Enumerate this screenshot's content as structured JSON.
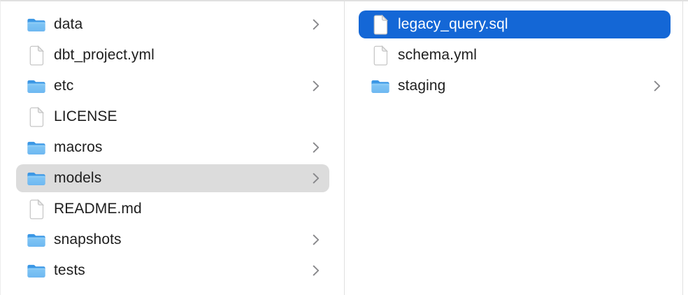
{
  "colors": {
    "selection_blue": "#1467d6",
    "selection_gray": "#dcdcdc",
    "text_dark": "#1e1e1e",
    "text_selected": "#ffffff",
    "divider": "#e0e0e0",
    "chevron": "#87878a",
    "folder_blue_dark": "#3b97e5",
    "folder_blue_light": "#7ac2f4"
  },
  "columns": [
    {
      "id": "left",
      "items": [
        {
          "label": "data",
          "type": "folder",
          "expandable": true,
          "selected": "none"
        },
        {
          "label": "dbt_project.yml",
          "type": "file",
          "expandable": false,
          "selected": "none"
        },
        {
          "label": "etc",
          "type": "folder",
          "expandable": true,
          "selected": "none"
        },
        {
          "label": "LICENSE",
          "type": "file",
          "expandable": false,
          "selected": "none"
        },
        {
          "label": "macros",
          "type": "folder",
          "expandable": true,
          "selected": "none"
        },
        {
          "label": "models",
          "type": "folder",
          "expandable": true,
          "selected": "inactive"
        },
        {
          "label": "README.md",
          "type": "file",
          "expandable": false,
          "selected": "none"
        },
        {
          "label": "snapshots",
          "type": "folder",
          "expandable": true,
          "selected": "none"
        },
        {
          "label": "tests",
          "type": "folder",
          "expandable": true,
          "selected": "none"
        }
      ]
    },
    {
      "id": "right",
      "items": [
        {
          "label": "legacy_query.sql",
          "type": "file",
          "expandable": false,
          "selected": "active"
        },
        {
          "label": "schema.yml",
          "type": "file",
          "expandable": false,
          "selected": "none"
        },
        {
          "label": "staging",
          "type": "folder",
          "expandable": true,
          "selected": "none"
        }
      ]
    }
  ]
}
